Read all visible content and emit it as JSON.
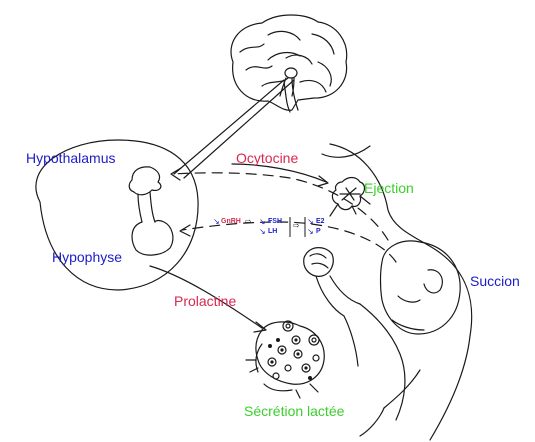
{
  "labels": {
    "hypothalamus": "Hypothalamus",
    "hypophyse": "Hypophyse",
    "ocytocine": "Ocytocine",
    "ejection": "Ejection",
    "succion": "Succion",
    "prolactine": "Prolactine",
    "secretion": "Sécrétion lactée"
  },
  "hormones": {
    "gnrh": "GnRH",
    "fsh": "FSH",
    "lh": "LH",
    "e2": "E2",
    "p": "P"
  },
  "colors": {
    "blue": "#1c1cc8",
    "red": "#d8284e",
    "green": "#3ccf2c",
    "ink": "#1a1a1a"
  },
  "icons": {
    "down_right_arrow": "down-right-arrow-icon",
    "right_arrow": "right-arrow-icon"
  }
}
